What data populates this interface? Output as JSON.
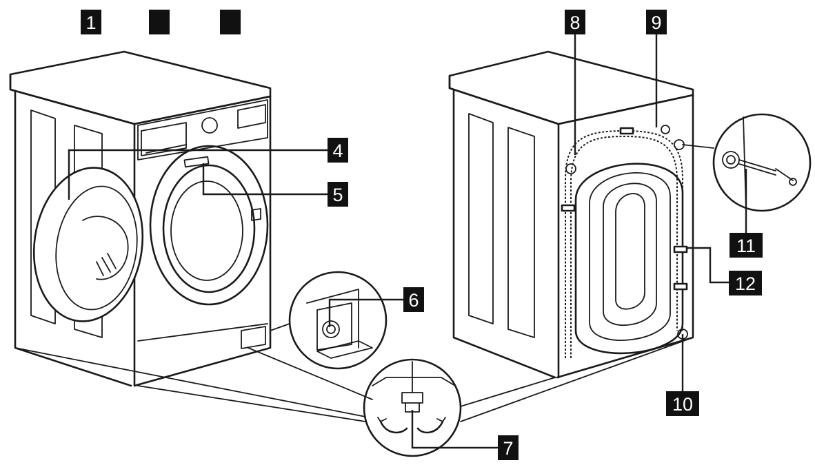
{
  "labels": {
    "l1": "1",
    "l4": "4",
    "l5": "5",
    "l6": "6",
    "l7": "7",
    "l8": "8",
    "l9": "9",
    "l10": "10",
    "l11": "11",
    "l12": "12"
  },
  "colors": {
    "badge": "#111111",
    "line": "#1a1a1a",
    "background": "#ffffff"
  }
}
